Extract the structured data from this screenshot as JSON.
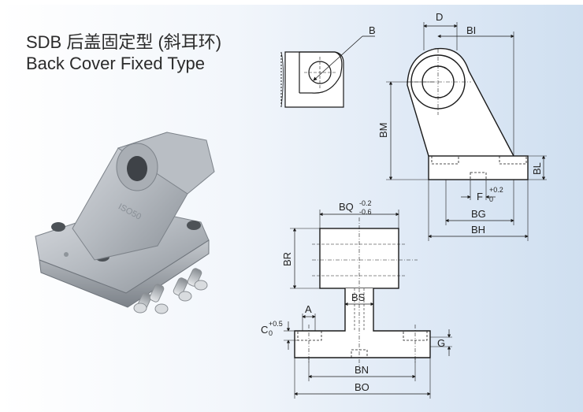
{
  "title": {
    "line1": "SDB 后盖固定型 (斜耳环)",
    "line2": "Back Cover Fixed Type"
  },
  "product_marking": "ISO50",
  "dimension_labels": {
    "B": "B",
    "D": "D",
    "BI": "BI",
    "BM": "BM",
    "BL": "BL",
    "F": "F",
    "F_sub": "0",
    "F_sup": "+0.2",
    "BG": "BG",
    "BH": "BH",
    "BQ": "BQ",
    "BQ_sup": "-0.2",
    "BQ_sub": "-0.6",
    "BR": "BR",
    "BS": "BS",
    "A": "A",
    "C": "C",
    "C_sub": "0",
    "C_sup": "+0.5",
    "G": "G",
    "BN": "BN",
    "BO": "BO"
  },
  "colors": {
    "line": "#1a1a1a",
    "part_light": "#c8ccd1",
    "part_mid": "#9ea4ab",
    "part_dark": "#6f757c"
  }
}
